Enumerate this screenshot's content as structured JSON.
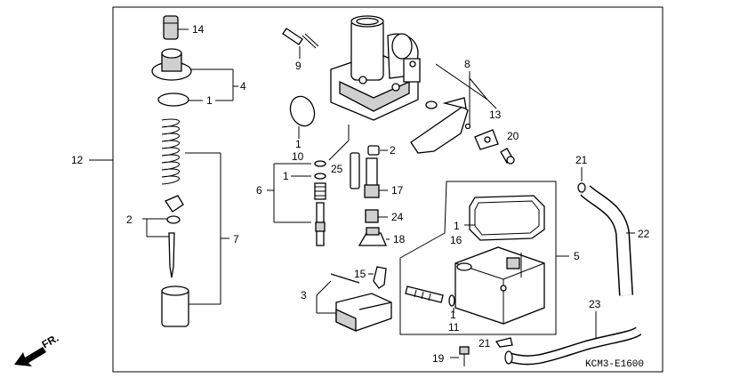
{
  "diagram": {
    "code": "KCM3-E1600",
    "direction_label": "FR.",
    "callouts": [
      {
        "id": "c14",
        "text": "14"
      },
      {
        "id": "c4",
        "text": "4"
      },
      {
        "id": "c1a",
        "text": "1"
      },
      {
        "id": "c12",
        "text": "12"
      },
      {
        "id": "c2a",
        "text": "2"
      },
      {
        "id": "c7",
        "text": "7"
      },
      {
        "id": "c9",
        "text": "9"
      },
      {
        "id": "c1b",
        "text": "1"
      },
      {
        "id": "c10",
        "text": "10"
      },
      {
        "id": "c2b",
        "text": "2"
      },
      {
        "id": "c25",
        "text": "25"
      },
      {
        "id": "c1c",
        "text": "1"
      },
      {
        "id": "c6",
        "text": "6"
      },
      {
        "id": "c17",
        "text": "17"
      },
      {
        "id": "c24",
        "text": "24"
      },
      {
        "id": "c18",
        "text": "18"
      },
      {
        "id": "c8",
        "text": "8"
      },
      {
        "id": "c13",
        "text": "13"
      },
      {
        "id": "c20",
        "text": "20"
      },
      {
        "id": "c21a",
        "text": "21"
      },
      {
        "id": "c22",
        "text": "22"
      },
      {
        "id": "c1d",
        "text": "1"
      },
      {
        "id": "c16",
        "text": "16"
      },
      {
        "id": "c5",
        "text": "5"
      },
      {
        "id": "c15",
        "text": "15"
      },
      {
        "id": "c3",
        "text": "3"
      },
      {
        "id": "c1e",
        "text": "1"
      },
      {
        "id": "c11",
        "text": "11"
      },
      {
        "id": "c23",
        "text": "23"
      },
      {
        "id": "c21b",
        "text": "21"
      },
      {
        "id": "c19",
        "text": "19"
      }
    ]
  }
}
